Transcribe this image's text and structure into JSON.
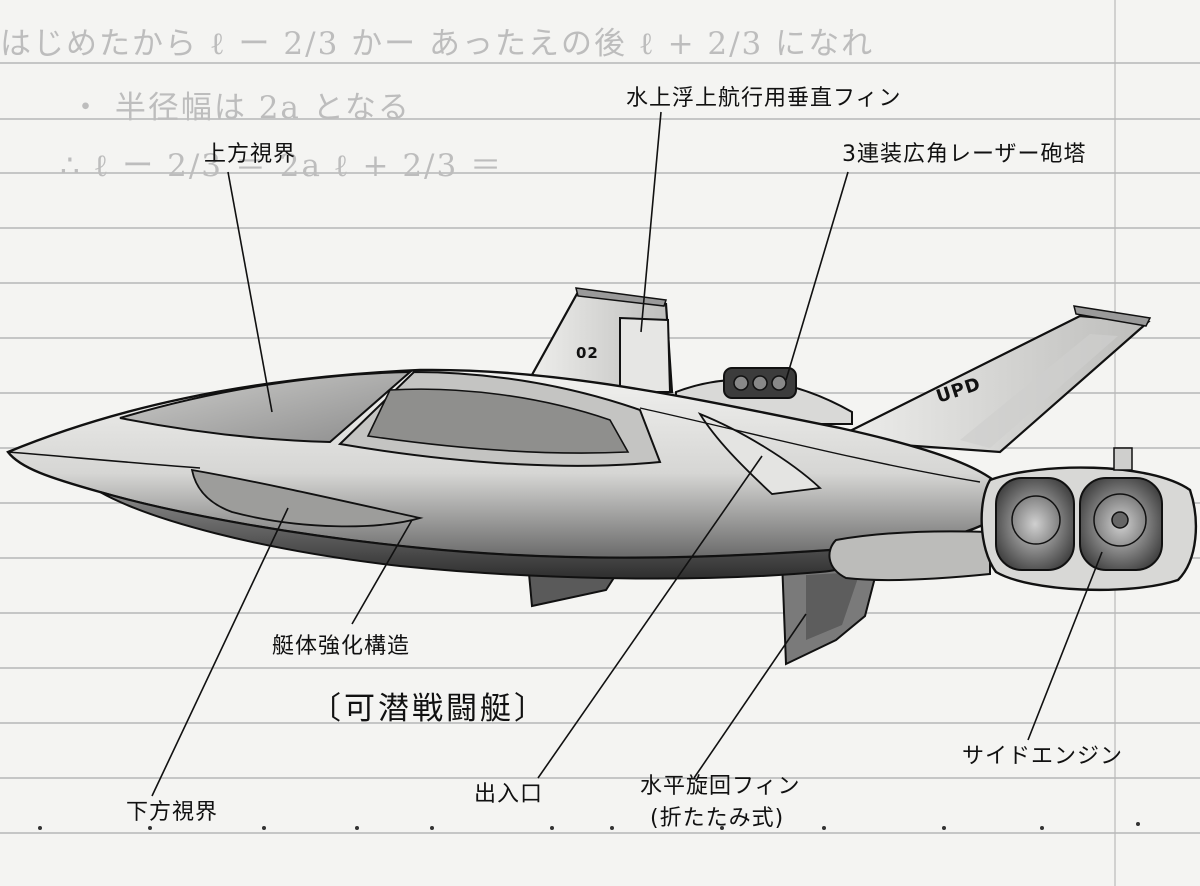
{
  "ghost_notes": [
    "はじめたから  ℓ ー 2/3 かー あったえの後  ℓ + 2/3 になれ",
    "・ 半径幅は  2a となる",
    "∴  ℓ ー 2/3 ＝ 2a       ℓ + 2/3 ＝"
  ],
  "title": "〔可潜戦闘艇〕",
  "labels": {
    "upper_view": "上方視界",
    "vertical_fin": "水上浮上航行用垂直フィン",
    "laser_turret": "3連装広角レーザー砲塔",
    "hull_structure": "艇体強化構造",
    "lower_view": "下方視界",
    "hatch": "出入口",
    "horizontal_fin_1": "水平旋回フィン",
    "horizontal_fin_2": "(折たたみ式)",
    "side_engine": "サイドエンジン"
  },
  "markings": {
    "fin_number": "02",
    "wing_text": "UPD"
  }
}
